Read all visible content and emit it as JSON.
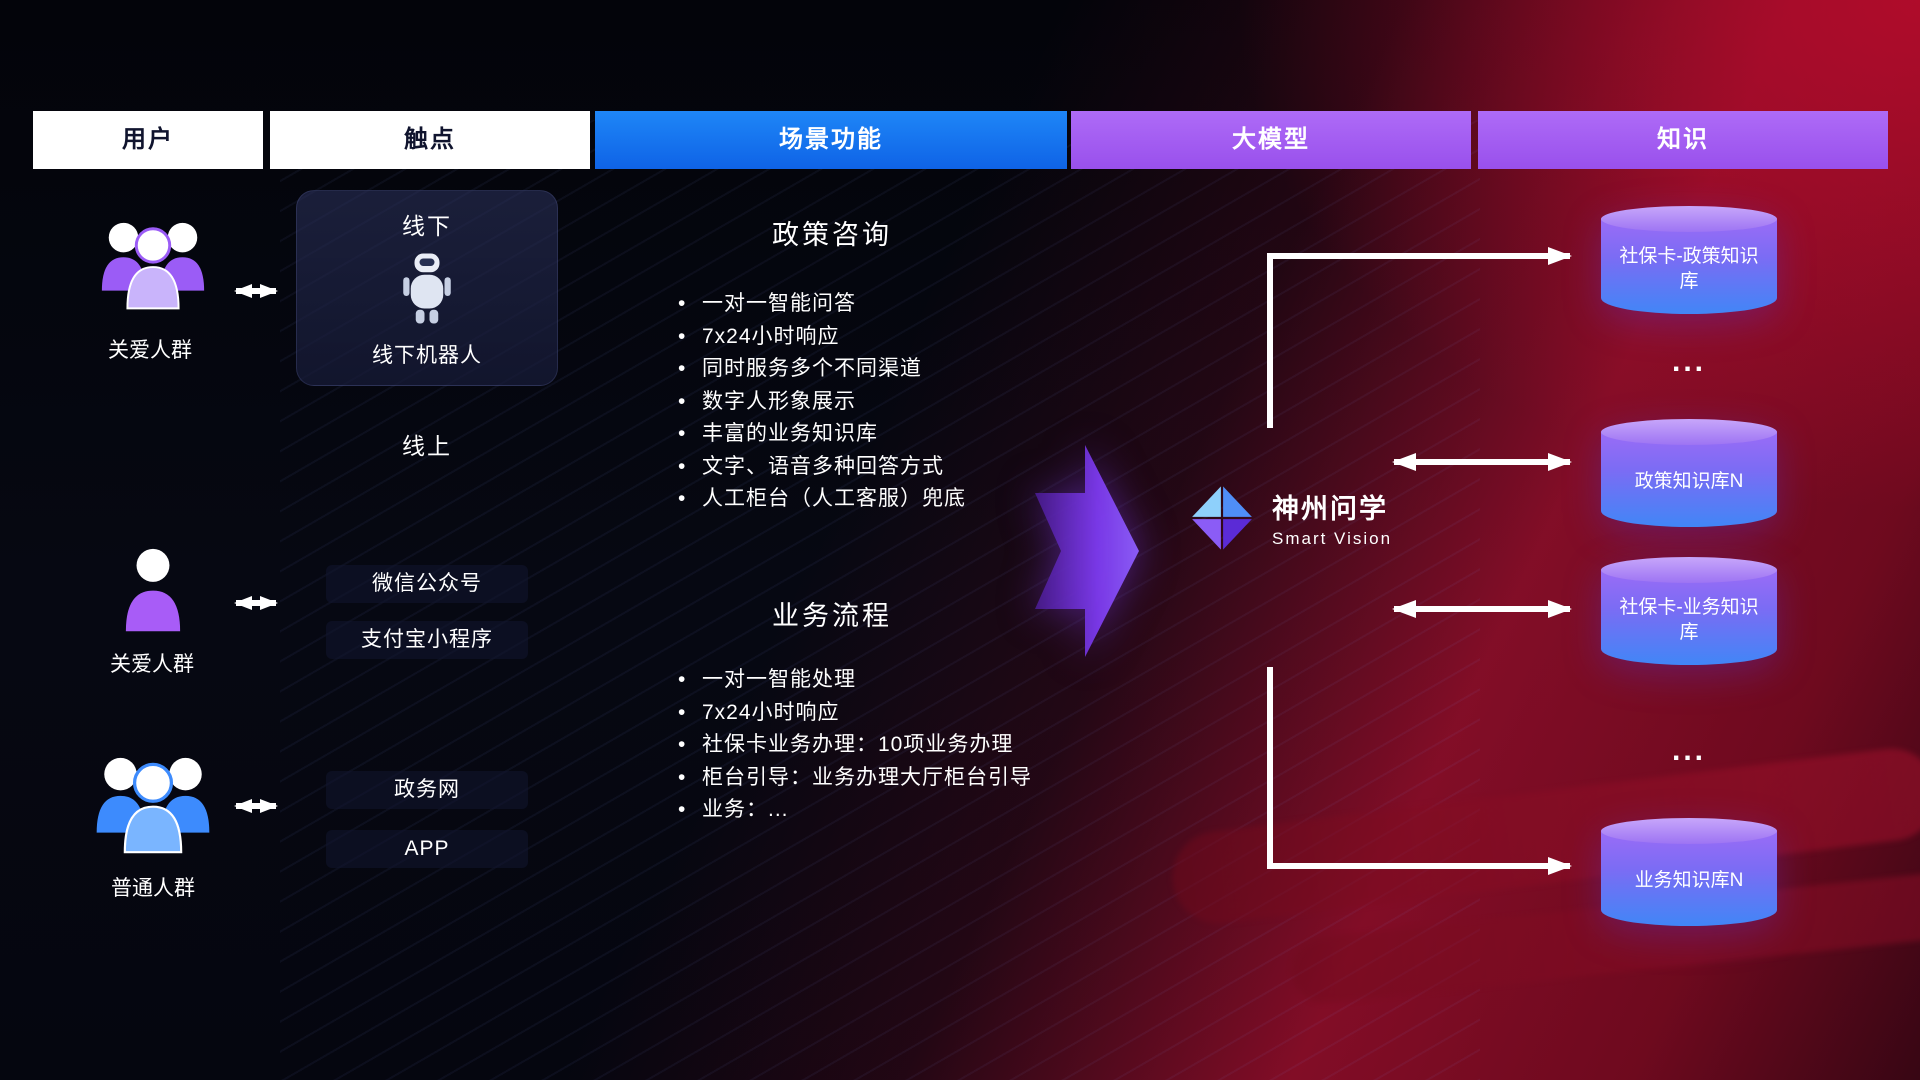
{
  "headers": [
    {
      "label": "用户"
    },
    {
      "label": "触点"
    },
    {
      "label": "场景功能"
    },
    {
      "label": "大模型"
    },
    {
      "label": "知识"
    }
  ],
  "users": [
    {
      "label": "关爱人群",
      "icon": "people-group-icon"
    },
    {
      "label": "关爱人群",
      "icon": "person-icon"
    },
    {
      "label": "普通人群",
      "icon": "people-group-icon"
    }
  ],
  "touchpoints": {
    "offline_title": "线下",
    "offline_robot_label": "线下机器人",
    "robot_icon": "robot-icon",
    "online_title": "线上",
    "channels": [
      {
        "label": "微信公众号"
      },
      {
        "label": "支付宝小程序"
      },
      {
        "label": "政务网"
      },
      {
        "label": "APP"
      }
    ]
  },
  "scenarios": [
    {
      "title": "政策咨询",
      "items": [
        "一对一智能问答",
        "7x24小时响应",
        "同时服务多个不同渠道",
        "数字人形象展示",
        "丰富的业务知识库",
        "文字、语音多种回答方式",
        "人工柜台（人工客服）兜底"
      ]
    },
    {
      "title": "业务流程",
      "items": [
        "一对一智能处理",
        "7x24小时响应",
        "社保卡业务办理：10项业务办理",
        "柜台引导：业务办理大厅柜台引导",
        "业务：..."
      ]
    }
  ],
  "model": {
    "name": "神州问学",
    "subtitle": "Smart Vision",
    "logo": "diamond-gem-icon"
  },
  "knowledge": {
    "items": [
      {
        "type": "database",
        "label": "社保卡-政策知识库"
      },
      {
        "type": "ellipsis",
        "label": "..."
      },
      {
        "type": "database",
        "label": "政策知识库N"
      },
      {
        "type": "database",
        "label": "社保卡-业务知识库"
      },
      {
        "type": "ellipsis",
        "label": "..."
      },
      {
        "type": "database",
        "label": "业务知识库N"
      }
    ]
  },
  "colors": {
    "header_blue": "#1677f0",
    "header_purple": "#a45ef5",
    "db_top": "#b18cf8",
    "db_purple": "#8b5ff0",
    "db_blue": "#3b82f6",
    "flow_arrow_purple": "#7c3aed",
    "background_red": "#a50f2d",
    "connector_white": "#ffffff"
  }
}
